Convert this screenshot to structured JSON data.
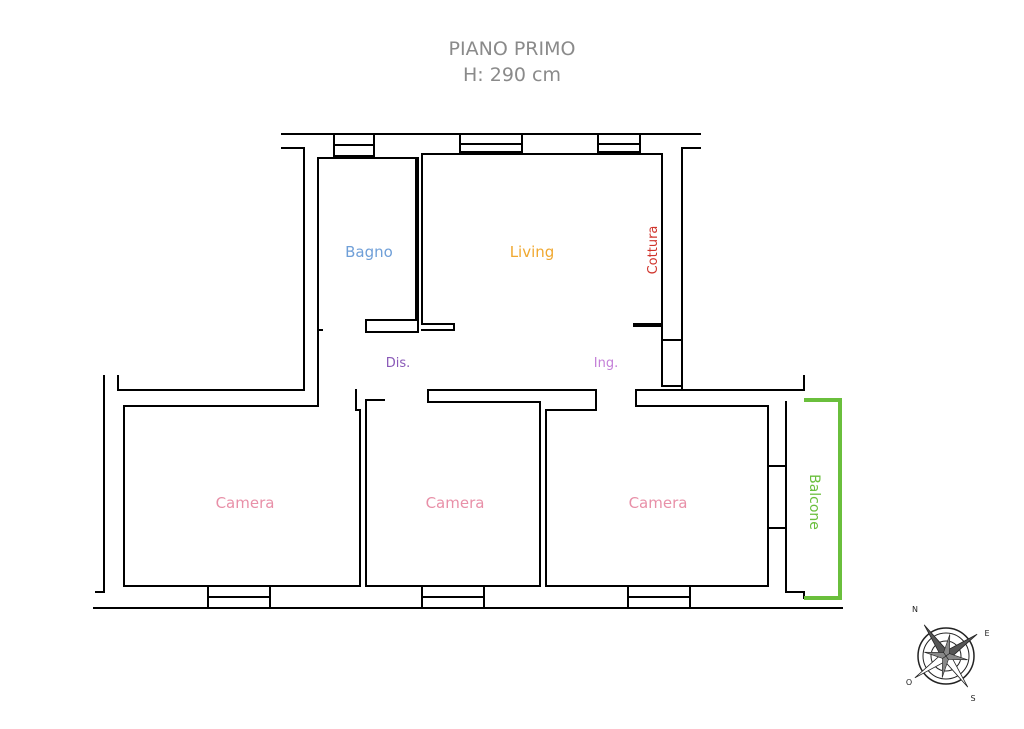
{
  "header": {
    "title": "PIANO PRIMO",
    "height": "H: 290 cm"
  },
  "rooms": {
    "bagno": "Bagno",
    "living": "Living",
    "cottura": "Cottura",
    "dis": "Dis.",
    "ing": "Ing.",
    "camera_left": "Camera",
    "camera_middle": "Camera",
    "camera_right": "Camera",
    "balcone": "Balcone"
  },
  "compass": {
    "n": "N",
    "e": "E",
    "s": "S",
    "o": "O"
  },
  "colors": {
    "title": "#8a8a8a",
    "bagno": "#6f9fd8",
    "living": "#f0a830",
    "cottura": "#d0342c",
    "dis": "#8a5ab8",
    "ing": "#c47fd8",
    "camera": "#e890a8",
    "balcone": "#6abf3c",
    "walls": "#000000"
  }
}
